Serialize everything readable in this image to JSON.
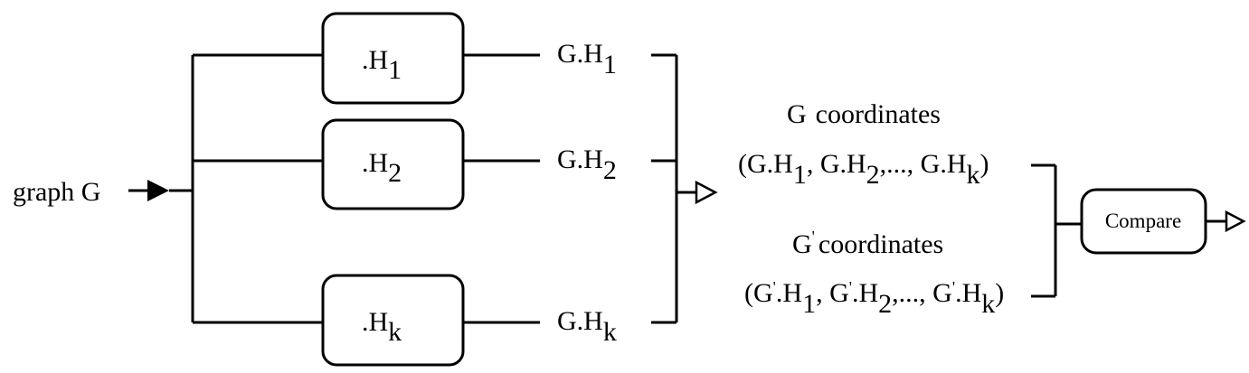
{
  "input": {
    "label": "graph G"
  },
  "operators": [
    {
      "prefix": ".H",
      "sub": "1"
    },
    {
      "prefix": ".H",
      "sub": "2"
    },
    {
      "prefix": ".H",
      "sub": "k"
    }
  ],
  "outputs": [
    {
      "prefix": "G.H",
      "sub": "1"
    },
    {
      "prefix": "G.H",
      "sub": "2"
    },
    {
      "prefix": "G.H",
      "sub": "k"
    }
  ],
  "g_coords": {
    "title_a": "G",
    "title_b": "coordinates",
    "open": "(G.H",
    "sub1": "1",
    "mid1": ", G.H",
    "sub2": "2",
    "mid2": ",..., G.H",
    "subk": "k",
    "close": ")"
  },
  "gp_coords": {
    "title_a": "G",
    "title_prime": "'",
    "title_b": "coordinates",
    "open": "(G",
    "prime": "'",
    "h": ".H",
    "sub1": "1",
    "mid1": ", G",
    "sub2": "2",
    "mid2": ",..., G",
    "subk": "k",
    "close": ")"
  },
  "compare": {
    "label": "Compare"
  }
}
